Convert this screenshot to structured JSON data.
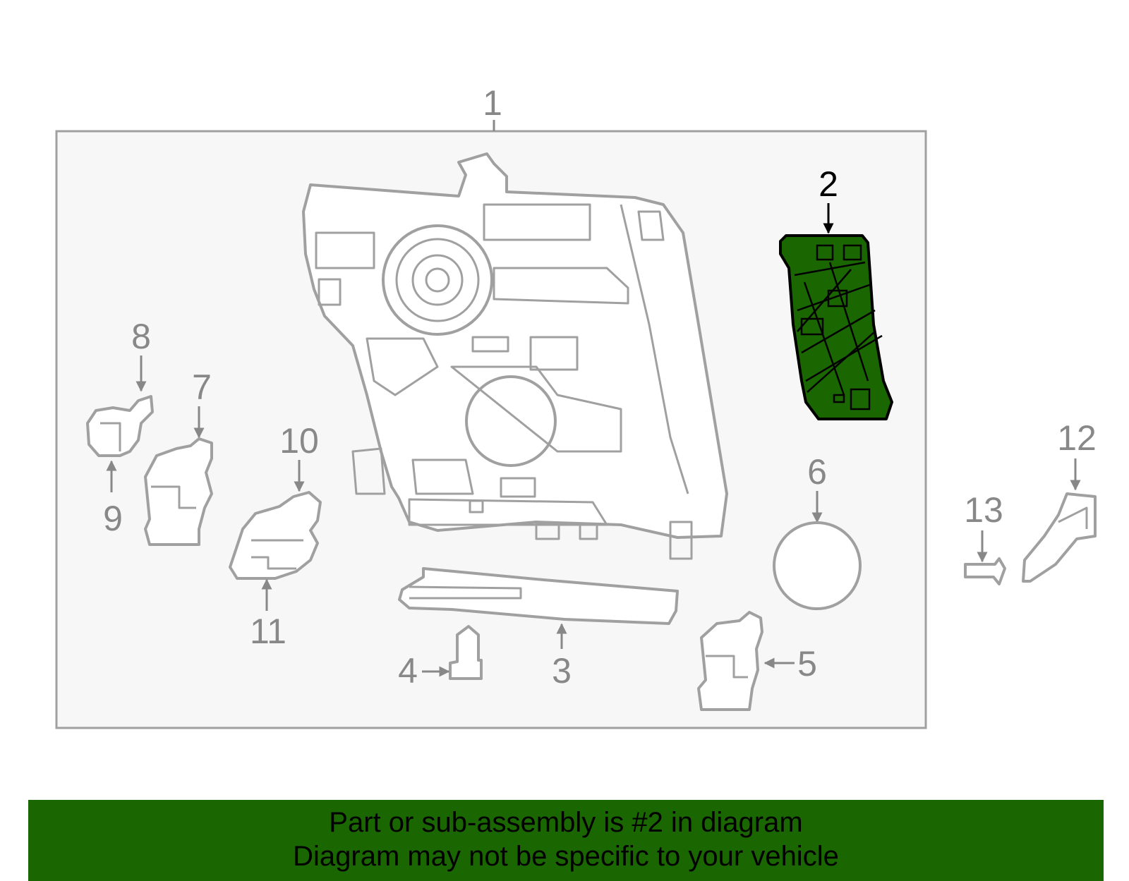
{
  "diagram": {
    "highlighted_part": "2",
    "colors": {
      "highlight_fill": "#1a6600",
      "part_stroke": "#a0a0a0",
      "label": "#888888",
      "panel_bg": "#f7f7f7"
    },
    "callouts": {
      "c1": "1",
      "c2": "2",
      "c3": "3",
      "c4": "4",
      "c5": "5",
      "c6": "6",
      "c7": "7",
      "c8": "8",
      "c9": "9",
      "c10": "10",
      "c11": "11",
      "c12": "12",
      "c13": "13"
    }
  },
  "banner": {
    "line1": "Part or sub-assembly is #2 in diagram",
    "line2": "Diagram may not be specific to your vehicle"
  }
}
